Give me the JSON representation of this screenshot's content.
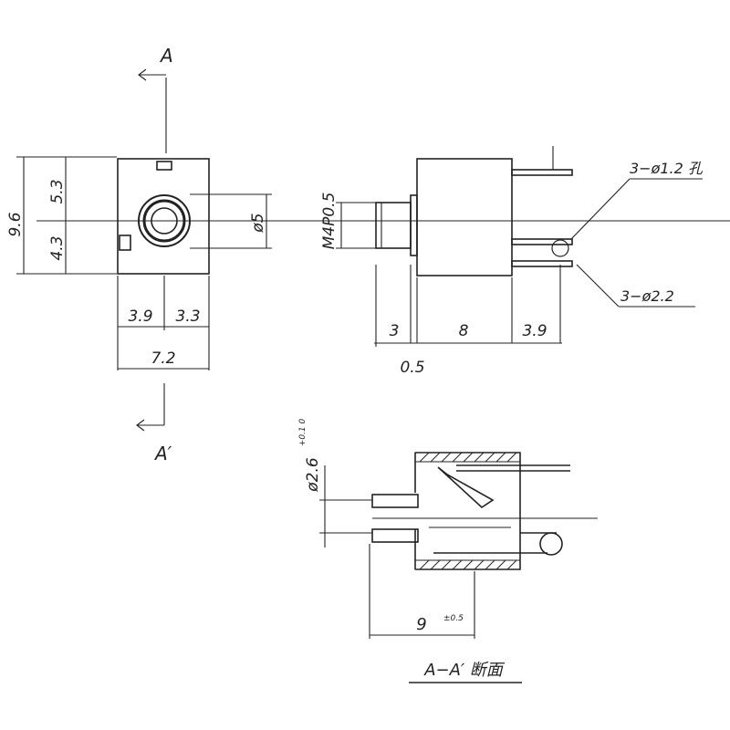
{
  "section_labels": {
    "top": "A",
    "bottom": "A′",
    "caption": "A−A′ 断面"
  },
  "front_view": {
    "height_total": "9.6",
    "height_upper": "5.3",
    "height_lower": "4.3",
    "width_left": "3.9",
    "width_right": "3.3",
    "width_total": "7.2",
    "hole_dia": "ø5"
  },
  "side_view": {
    "thread": "M4P0.5",
    "hole_note_1": "3−ø1.2 孔",
    "hole_note_2": "3−ø2.2",
    "len_thread": "3",
    "len_body": "8",
    "len_pins": "3.9",
    "flange": "0.5"
  },
  "section_view": {
    "bore_dia": "ø2.6",
    "bore_tol": "+0.1 0",
    "length": "9",
    "length_tol": "±0.5"
  }
}
